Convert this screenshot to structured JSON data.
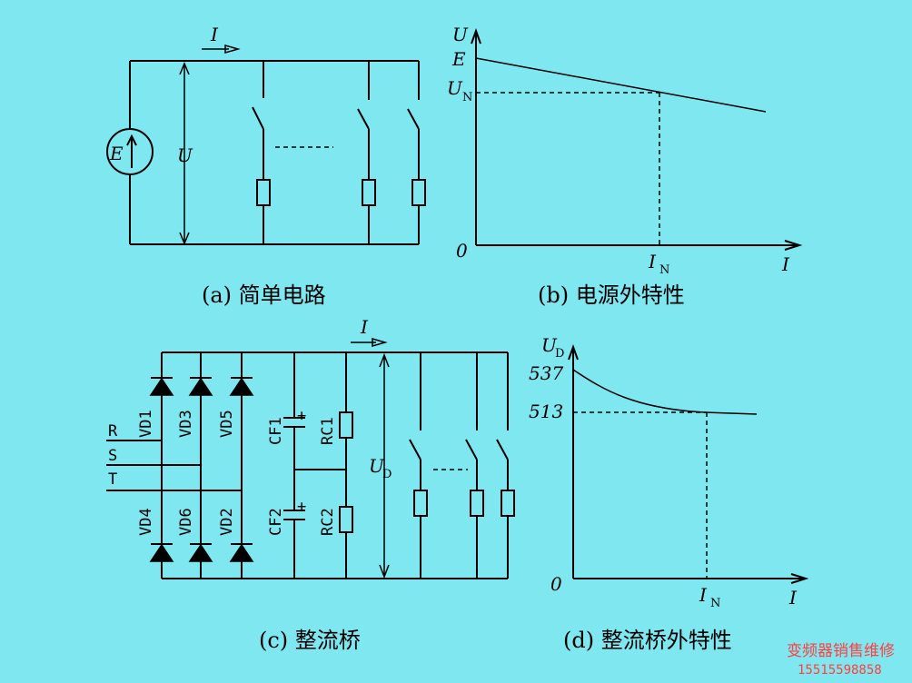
{
  "captions": {
    "a": "(a)  简单电路",
    "b": "(b)  电源外特性",
    "c": "(c)  整流桥",
    "d": "(d)  整流桥外特性"
  },
  "circuit_a": {
    "current": "I",
    "source": "E",
    "voltage": "U"
  },
  "graph_b": {
    "y_axis": "U",
    "x_axis": "I",
    "origin": "0",
    "emf_tick": "E",
    "rated_voltage": {
      "main": "U",
      "sub": "N"
    },
    "rated_current": {
      "main": "I",
      "sub": "N"
    }
  },
  "bridge_c": {
    "current": "I",
    "phases": [
      "R",
      "S",
      "T"
    ],
    "diodes_top": [
      "VD1",
      "VD3",
      "VD5"
    ],
    "diodes_bottom": [
      "VD4",
      "VD6",
      "VD2"
    ],
    "capacitors": [
      "CF1",
      "CF2"
    ],
    "resistors": [
      "RC1",
      "RC2"
    ],
    "cap_polarity": "+",
    "output_voltage": {
      "main": "U",
      "sub": "D"
    }
  },
  "graph_d": {
    "y_axis": {
      "main": "U",
      "sub": "D"
    },
    "x_axis": "I",
    "origin": "0",
    "no_load_voltage": "537",
    "rated_voltage": "513",
    "rated_current": {
      "main": "I",
      "sub": "N"
    }
  },
  "watermark": {
    "line1": "变频器销售维修",
    "line2": "15515598858"
  },
  "colors": {
    "background": "#7fe7f0",
    "ink": "#000000",
    "watermark": "#ff4040"
  }
}
